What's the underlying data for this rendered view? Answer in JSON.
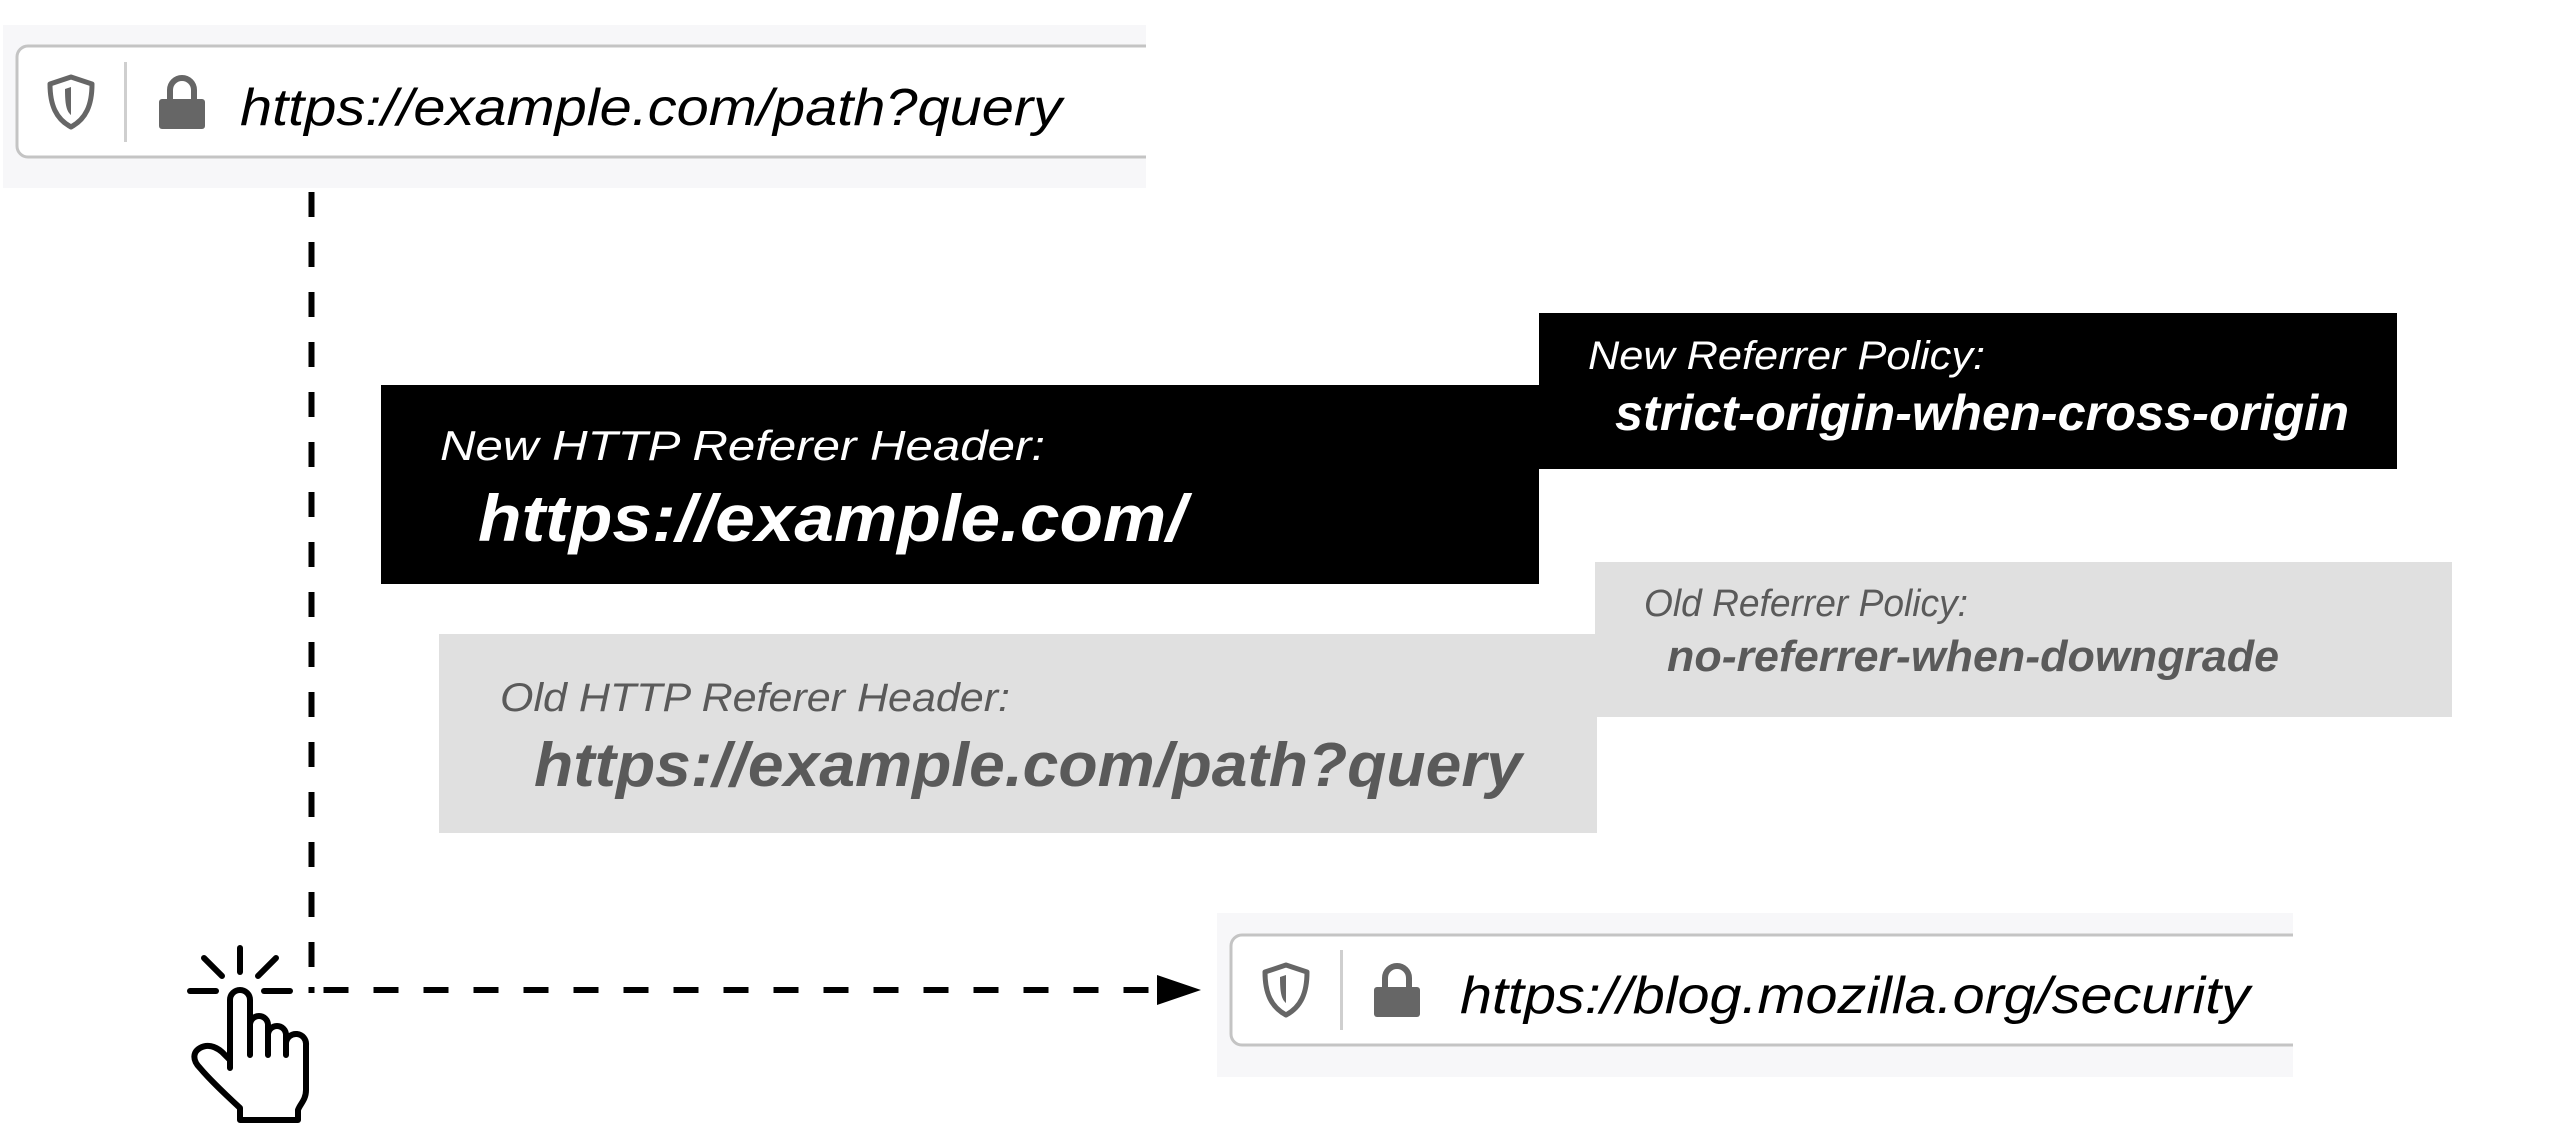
{
  "top_url_bar": {
    "url": "https://example.com/path?query",
    "icons": [
      "shield-icon",
      "lock-icon"
    ]
  },
  "new_header_box": {
    "label": "New HTTP Referer Header:",
    "value": "https://example.com/",
    "background": "#000000",
    "text_color": "#ffffff"
  },
  "new_policy_box": {
    "label": "New Referrer Policy:",
    "value": "strict-origin-when-cross-origin",
    "background": "#000000",
    "text_color": "#ffffff"
  },
  "old_header_box": {
    "label": "Old HTTP Referer Header:",
    "value": "https://example.com/path?query",
    "background": "#e0e0e0",
    "text_color": "#5a5a5a"
  },
  "old_policy_box": {
    "label": "Old Referrer Policy:",
    "value": "no-referrer-when-downgrade",
    "background": "#e0e0e0",
    "text_color": "#5a5a5a"
  },
  "bottom_url_bar": {
    "url": "https://blog.mozilla.org/security",
    "icons": [
      "shield-icon",
      "lock-icon"
    ]
  },
  "flow": {
    "click_icon": "hand-click-icon",
    "connector": "dashed-arrow"
  }
}
